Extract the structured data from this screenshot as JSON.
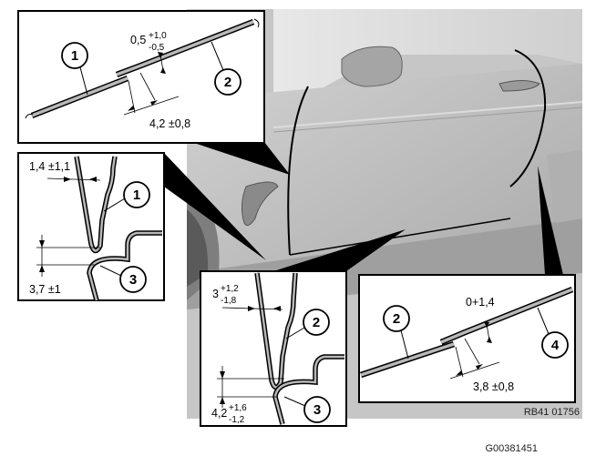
{
  "figure_ref": "RB41 01756",
  "graphic_id": "G00381451",
  "callouts": {
    "c1": "1",
    "c2": "2",
    "c3": "3",
    "c4": "4"
  },
  "detail_top": {
    "gap_value": "0,5",
    "gap_tol_plus": "+1,0",
    "gap_tol_minus": "-0,5",
    "offset_value": "4,2 ±0,8"
  },
  "detail_left": {
    "top_dim": "1,4 ±1,1",
    "bottom_dim": "3,7 ±1"
  },
  "detail_center": {
    "top_value": "3",
    "top_tol_plus": "+1,2",
    "top_tol_minus": "-1,8",
    "bottom_value": "4,2",
    "bottom_tol_plus": "+1,6",
    "bottom_tol_minus": "-1,2"
  },
  "detail_right": {
    "gap_dim": "0+1,4",
    "offset_dim": "3,8 ±0,8"
  }
}
